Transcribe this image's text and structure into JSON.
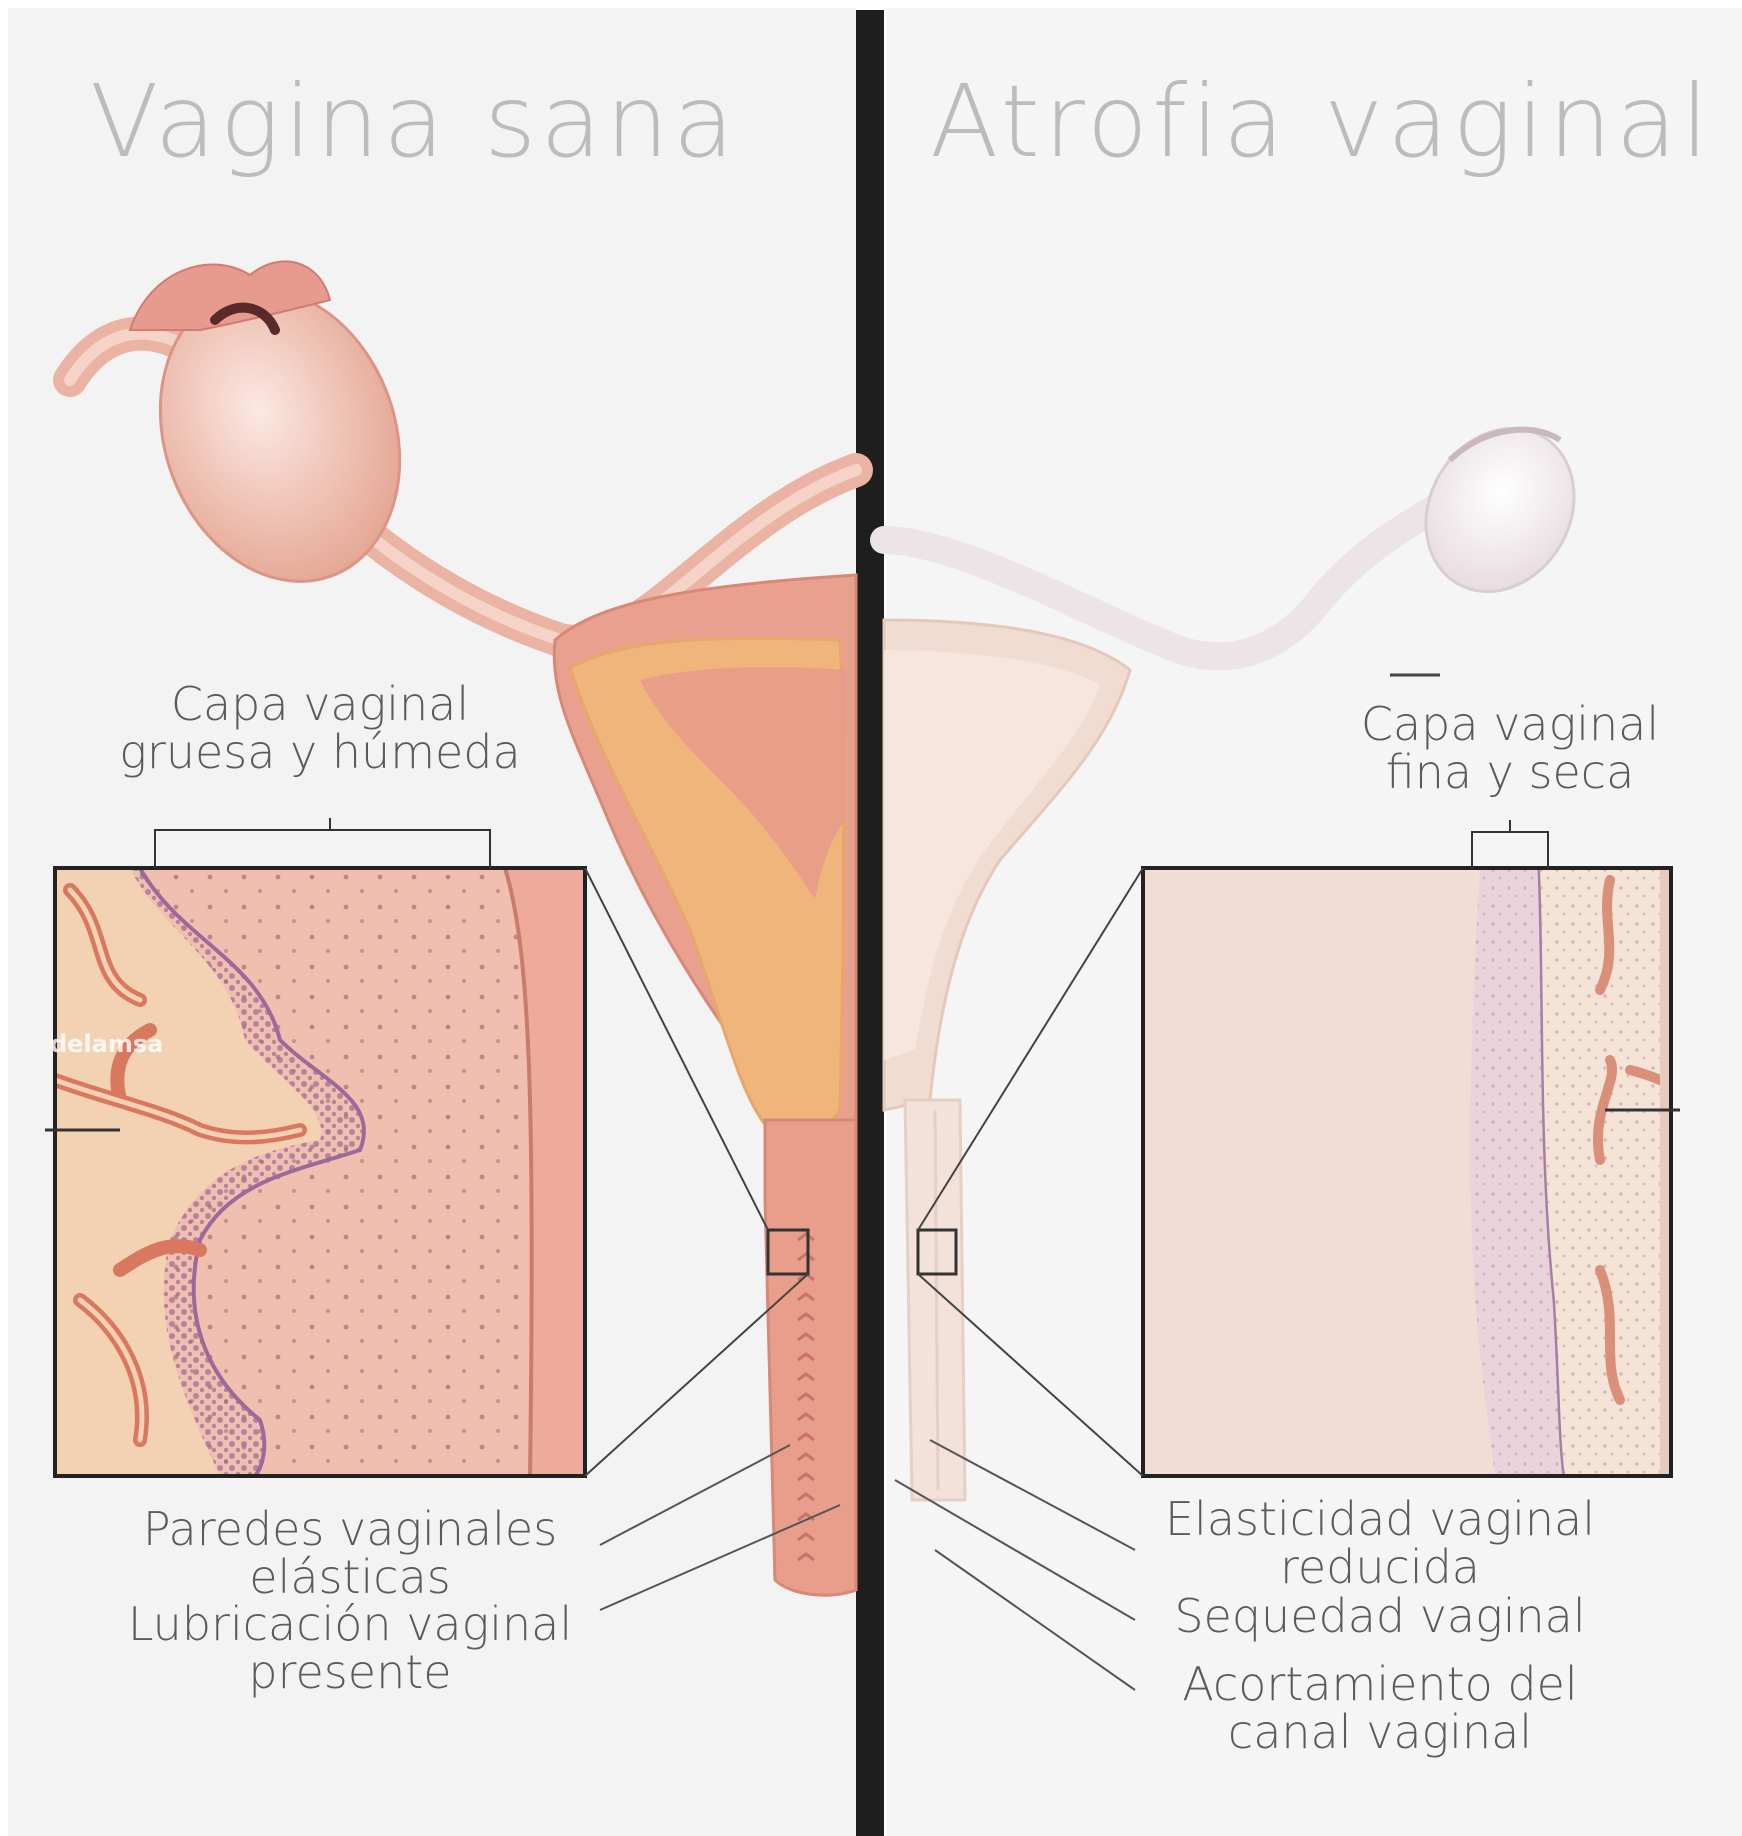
{
  "left_panel": {
    "title": "Vagina sana",
    "labels": {
      "thick_layer": [
        "Capa vaginal",
        "gruesa y húmeda"
      ],
      "elastic_walls": [
        "Paredes vaginales",
        "elásticas"
      ],
      "lubrication": [
        "Lubricación vaginal",
        "presente"
      ]
    },
    "watermark": "delamsa"
  },
  "right_panel": {
    "title": "Atrofia vaginal",
    "labels": {
      "thin_layer": [
        "Capa vaginal",
        "fina y seca"
      ],
      "reduced_elasticity": [
        "Elasticidad vaginal",
        "reducida"
      ],
      "dryness": [
        "Sequedad vaginal"
      ],
      "shortening": [
        "Acortamiento del",
        "canal vaginal"
      ]
    }
  },
  "colors": {
    "healthy_tissue": "#e7a08d",
    "healthy_uterus_lining": "#f0b57a",
    "epithelium_purple": "#9b6a9a",
    "atrophic_tissue": "#ecd5cc",
    "divider": "#1e1e1e",
    "heading_text": "#bcbcbc",
    "label_text": "#5b5b5b"
  }
}
